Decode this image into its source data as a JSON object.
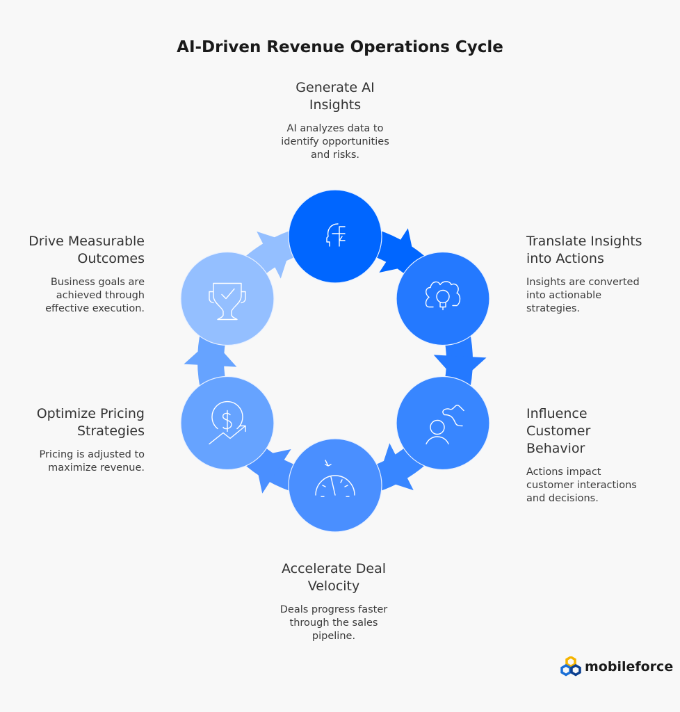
{
  "title": "AI-Driven Revenue Operations Cycle",
  "colors": {
    "background": "#f8f8f8",
    "step1": "#0066ff",
    "step2": "#2479ff",
    "step3": "#3886ff",
    "step4": "#4a8fff",
    "step5": "#66a3ff",
    "step6": "#94bfff"
  },
  "steps": [
    {
      "title": "Generate AI\nInsights",
      "desc": "AI analyzes data to\nidentify opportunities\nand risks.",
      "icon": "ai-head-network-icon"
    },
    {
      "title": "Translate Insights\ninto Actions",
      "desc": "Insights are converted\ninto actionable\nstrategies.",
      "icon": "gear-lightbulb-icon"
    },
    {
      "title": "Influence\nCustomer\nBehavior",
      "desc": "Actions impact\ncustomer interactions\nand decisions.",
      "icon": "person-path-icon"
    },
    {
      "title": "Accelerate Deal\nVelocity",
      "desc": "Deals progress faster\nthrough the sales\npipeline.",
      "icon": "speedometer-icon"
    },
    {
      "title": "Optimize Pricing\nStrategies",
      "desc": "Pricing is adjusted to\nmaximize revenue.",
      "icon": "dollar-growth-icon"
    },
    {
      "title": "Drive Measurable\nOutcomes",
      "desc": "Business goals are\nachieved through\neffective execution.",
      "icon": "trophy-check-icon"
    }
  ],
  "logo": {
    "text": "mobileforce"
  }
}
